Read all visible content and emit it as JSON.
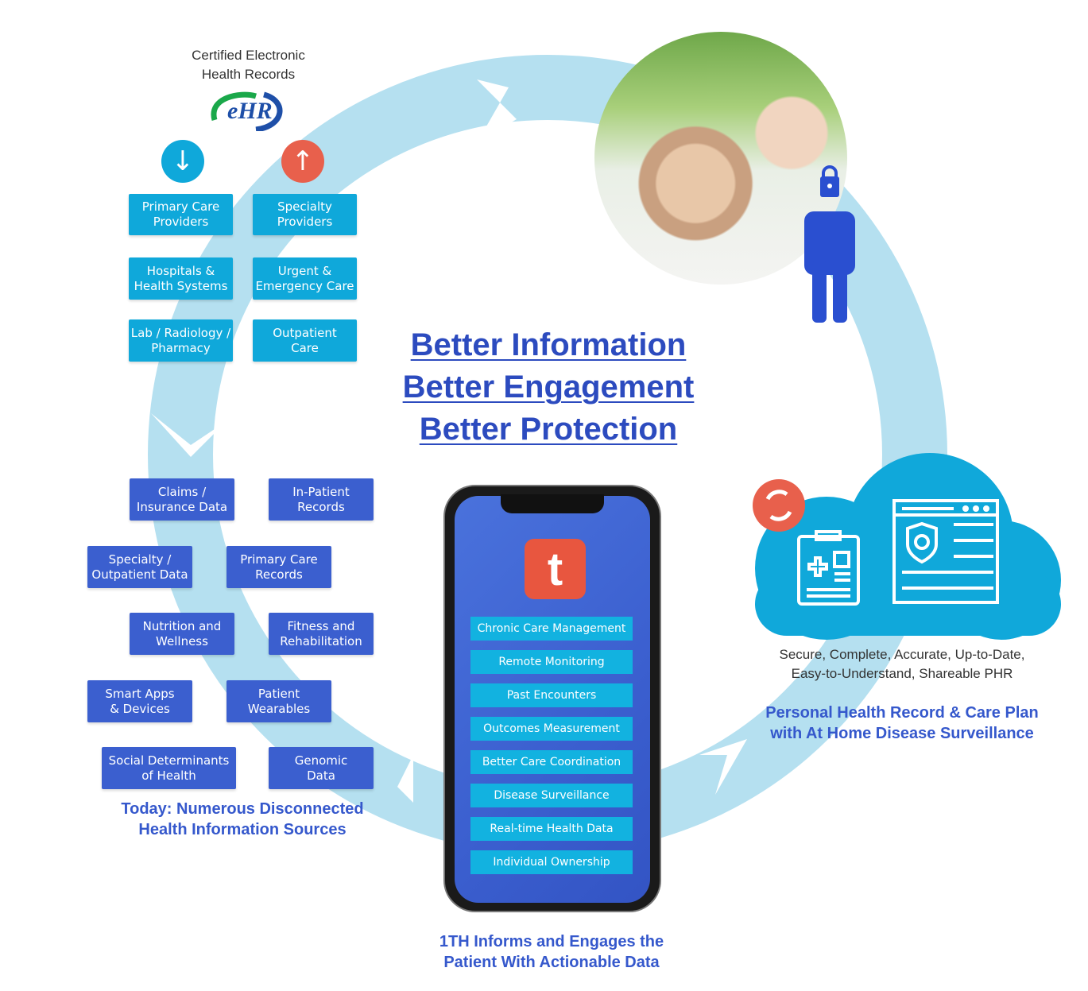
{
  "ehr": {
    "caption": "Certified Electronic\nHealth Records",
    "logo_text": "eHR"
  },
  "headline": [
    "Better Information",
    "Better Engagement",
    "Better Protection"
  ],
  "current_sources": {
    "inbound": [
      "Primary Care\nProviders",
      "Hospitals &\nHealth Systems",
      "Lab / Radiology /\nPharmacy"
    ],
    "outbound": [
      "Specialty\nProviders",
      "Urgent &\nEmergency Care",
      "Outpatient\nCare"
    ],
    "data_boxes": [
      "Claims /\nInsurance Data",
      "In-Patient\nRecords",
      "Specialty /\nOutpatient Data",
      "Primary Care\nRecords",
      "Nutrition and\nWellness",
      "Fitness and\nRehabilitation",
      "Smart Apps\n& Devices",
      "Patient\nWearables",
      "Social Determinants\nof Health",
      "Genomic\nData"
    ],
    "caption": "Today: Numerous Disconnected\nHealth Information Sources"
  },
  "phone": {
    "logo_letter": "t",
    "menu": [
      "Chronic Care Management",
      "Remote Monitoring",
      "Past Encounters",
      "Outcomes Measurement",
      "Better Care Coordination",
      "Disease Surveillance",
      "Real-time Health Data",
      "Individual Ownership"
    ],
    "caption": "1TH Informs and Engages the\nPatient With Actionable Data"
  },
  "phr": {
    "description": "Secure, Complete, Accurate, Up-to-Date,\nEasy-to-Understand, Shareable PHR",
    "caption": "Personal Health Record & Care Plan\nwith At Home Disease Surveillance"
  },
  "colors": {
    "cyan": "#0fa8da",
    "blue": "#3b5fcf",
    "ring": "#b5e0f0",
    "red": "#e8604c",
    "title": "#2c4bbf"
  }
}
